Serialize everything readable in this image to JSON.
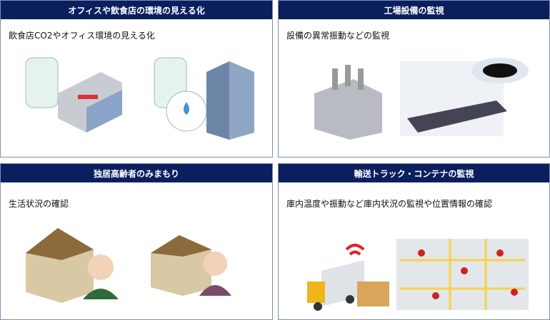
{
  "panels": [
    {
      "title": "オフィスや飲食店の環境の見える化",
      "subtitle": "飲食店CO2やオフィス環境の見える化"
    },
    {
      "title": "工場設備の監視",
      "subtitle": "設備の異常振動などの監視"
    },
    {
      "title": "独居高齢者のみまもり",
      "subtitle": "生活状況の確認"
    },
    {
      "title": "輸送トラック・コンテナの監視",
      "subtitle": "庫内温度や振動など庫内状況の監視や位置情報の確認"
    }
  ],
  "colors": {
    "header": "#0b1f5e",
    "border": "#7f8fb0"
  }
}
